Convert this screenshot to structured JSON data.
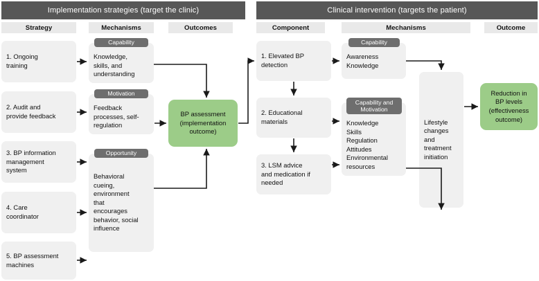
{
  "banners": {
    "left": "Implementation strategies (target the clinic)",
    "right": "Clinical intervention (targets the patient)"
  },
  "column_headers": {
    "strategy": "Strategy",
    "mechanisms_left": "Mechanisms",
    "outcomes": "Outcomes",
    "component": "Component",
    "mechanisms_right": "Mechanisms",
    "outcome": "Outcome"
  },
  "left": {
    "strategies": [
      {
        "label": "1. Ongoing\ntraining"
      },
      {
        "label": "2. Audit and\nprovide feedback"
      },
      {
        "label": "3. BP information\nmanagement\nsystem"
      },
      {
        "label": "4. Care\ncoordinator"
      },
      {
        "label": "5. BP assessment\nmachines"
      }
    ],
    "mechanisms": [
      {
        "tag": "Capability",
        "body": "Knowledge,\nskills, and\nunderstanding"
      },
      {
        "tag": "Motivation",
        "body": "Feedback\nprocesses, self-\nregulation"
      },
      {
        "tag": "Opportunity",
        "body": "Behavioral\ncueing,\nenvironment\nthat\nencourages\nbehavior, social\ninfluence"
      }
    ],
    "outcome": "BP assessment\n(implementation\noutcome)"
  },
  "right": {
    "components": [
      {
        "label": "1. Elevated BP\ndetection"
      },
      {
        "label": "2. Educational\nmaterials"
      },
      {
        "label": "3. LSM advice\nand medication if\nneeded"
      }
    ],
    "mechanisms": [
      {
        "tag": "Capability",
        "body": "Awareness\nKnowledge"
      },
      {
        "tag": "Capability and\nMotivation",
        "body": "Knowledge\nSkills\nRegulation\nAttitudes\nEnvironmental\nresources"
      }
    ],
    "lifestyle": "Lifestyle\nchanges\nand\ntreatment\ninitiation",
    "outcome": "Reduction in\nBP levels\n(effectiveness\noutcome)"
  },
  "colors": {
    "banner_bg": "#575757",
    "column_header_bg": "#e9e9e9",
    "box_bg": "#f0f0f0",
    "tag_bg": "#6e6e6e",
    "green": "#9ccc88",
    "arrow": "#1a1a1a"
  }
}
